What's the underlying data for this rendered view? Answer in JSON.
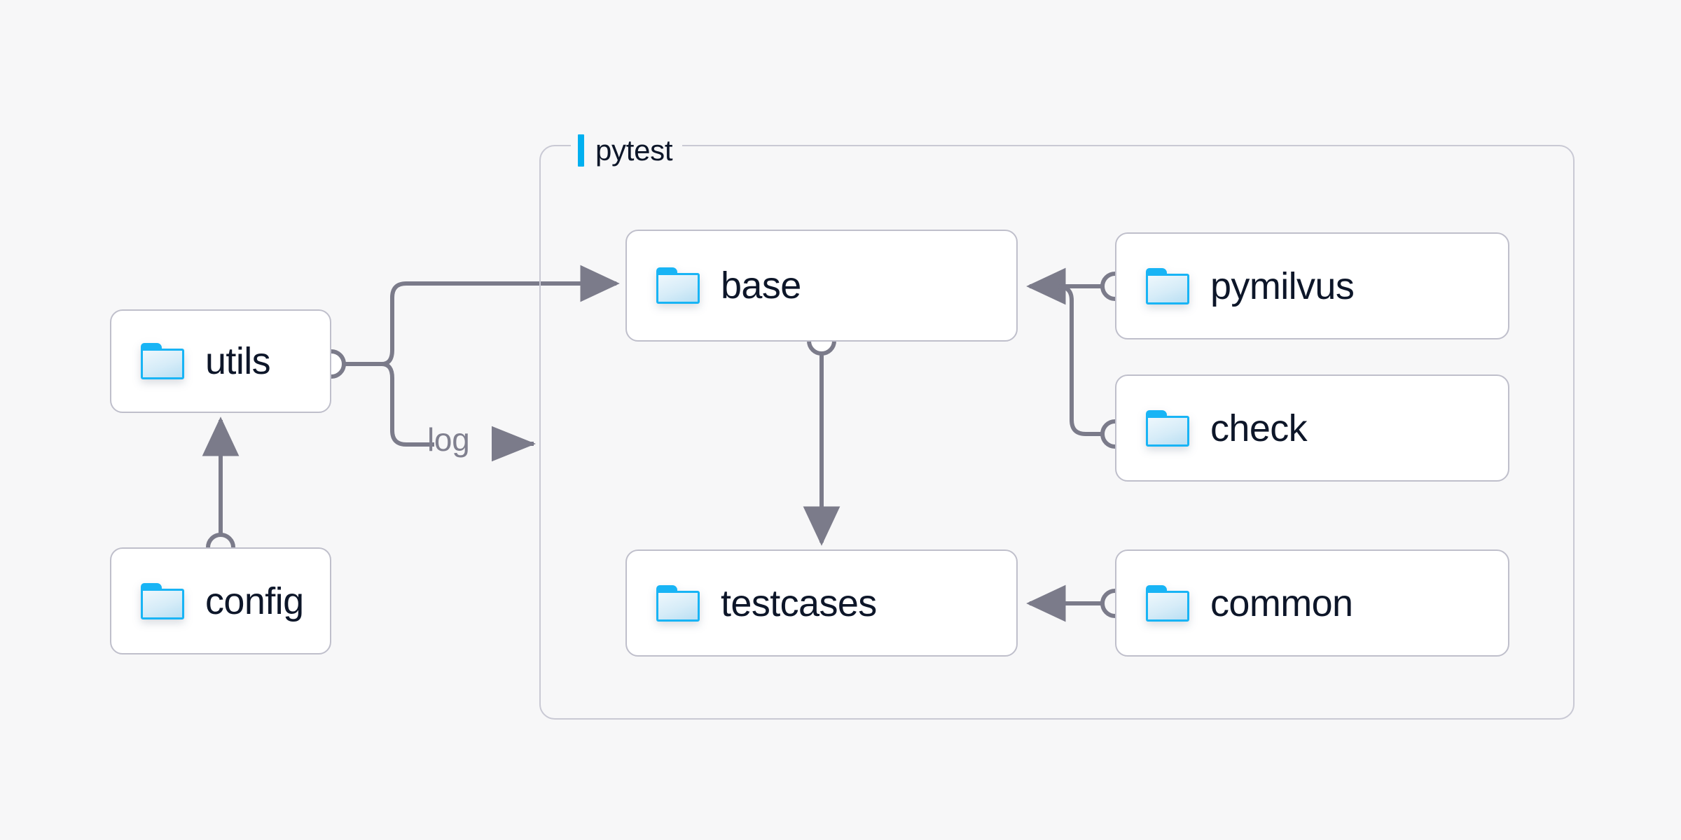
{
  "canvas": {
    "background": "#f7f7f8",
    "accent": "#00b0f0",
    "text_color": "#0d1629",
    "edge_color": "#7b7b8a",
    "box_border": "#bfbfcb",
    "box_fill": "#ffffff",
    "group_border": "#c9c9d4",
    "folder_outline": "#18b4f5"
  },
  "group": {
    "label": "pytest",
    "icon": "accent-bar"
  },
  "nodes": [
    {
      "id": "utils",
      "label": "utils",
      "icon": "folder-icon"
    },
    {
      "id": "config",
      "label": "config",
      "icon": "folder-icon"
    },
    {
      "id": "base",
      "label": "base",
      "icon": "folder-icon"
    },
    {
      "id": "testcases",
      "label": "testcases",
      "icon": "folder-icon"
    },
    {
      "id": "pymilvus",
      "label": "pymilvus",
      "icon": "folder-icon"
    },
    {
      "id": "check",
      "label": "check",
      "icon": "folder-icon"
    },
    {
      "id": "common",
      "label": "common",
      "icon": "folder-icon"
    }
  ],
  "edges": [
    {
      "id": "config-utils",
      "from": "config",
      "to": "utils",
      "label": ""
    },
    {
      "id": "utils-base",
      "from": "utils",
      "to": "base",
      "label": ""
    },
    {
      "id": "utils-log",
      "from": "utils",
      "to": "pytest",
      "label": "log"
    },
    {
      "id": "base-testcases",
      "from": "base",
      "to": "testcases",
      "label": ""
    },
    {
      "id": "pymilvus-base",
      "from": "pymilvus",
      "to": "base",
      "label": ""
    },
    {
      "id": "check-base",
      "from": "check",
      "to": "base",
      "label": ""
    },
    {
      "id": "common-testcases",
      "from": "common",
      "to": "testcases",
      "label": ""
    }
  ],
  "edge_labels": {
    "log": "log"
  }
}
